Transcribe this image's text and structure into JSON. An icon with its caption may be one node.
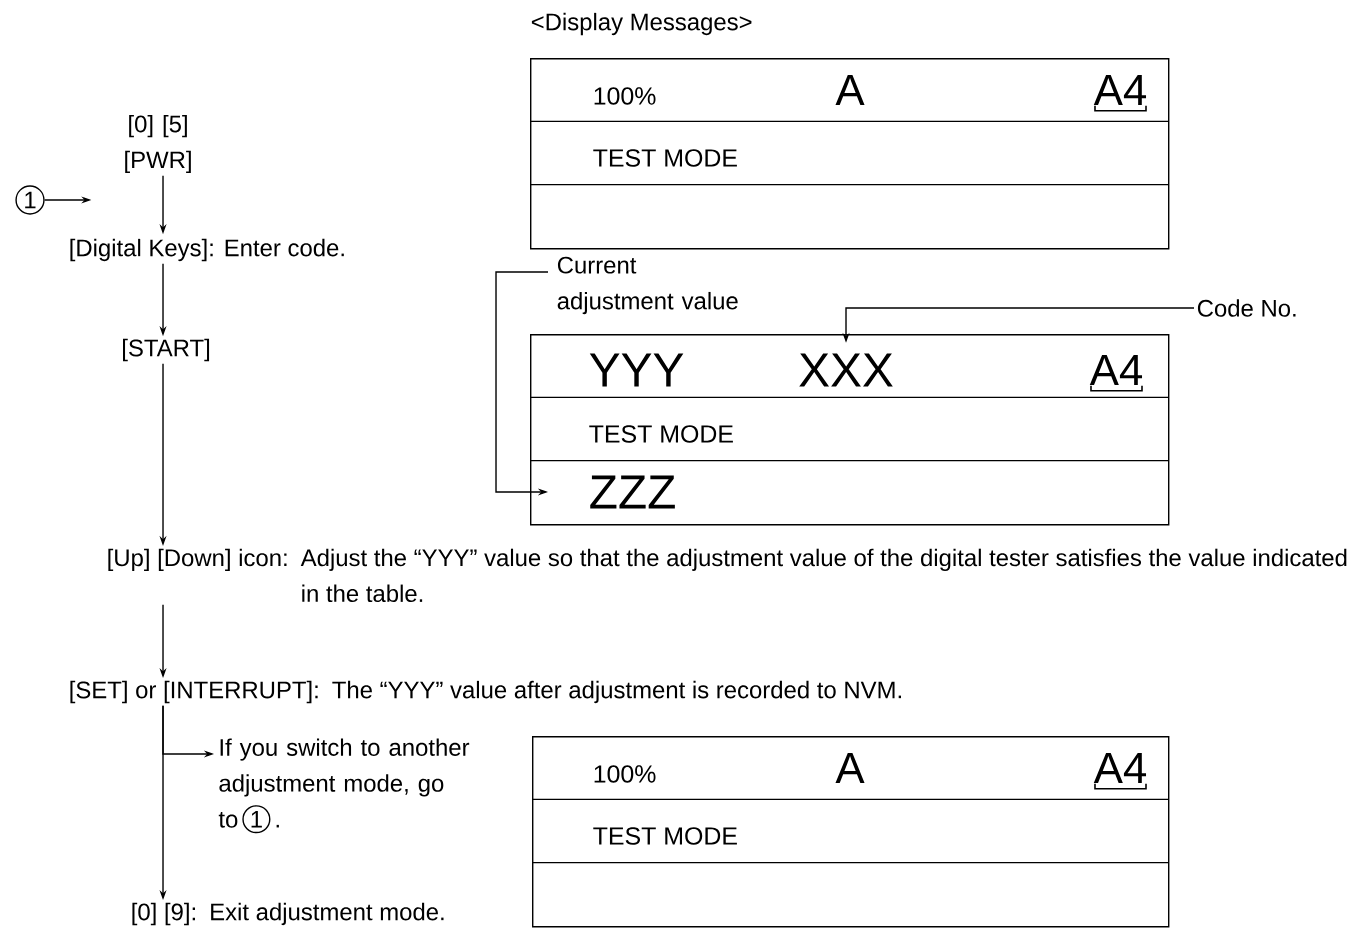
{
  "diagram": {
    "title": "<Display Messages>",
    "nodes": [
      {
        "text": [
          "1"
        ]
      },
      {
        "text": [
          "[0] [5] [PWR]"
        ]
      },
      {
        "text": [
          "[Digital Keys]: Enter code."
        ]
      },
      {
        "text": [
          "[START]"
        ]
      },
      {
        "text": [
          "[Up] [Down] icon:",
          "Adjust the “YYY” value so that the adjustment value of the digital tester satisfies the value indicated in the table."
        ]
      },
      {
        "text": [
          "[SET] or [INTERRUPT]:",
          "The “YYY” value after adjustment is recorded to NVM."
        ]
      },
      {
        "text": [
          "If you switch to another adjustment mode, go to",
          "1",
          "."
        ]
      },
      {
        "text": [
          "[0] [9]:",
          "Exit adjustment mode."
        ]
      },
      {
        "text": [
          "100%",
          "A",
          "A4",
          "TEST MODE"
        ]
      },
      {
        "text": [
          "Current adjustment value"
        ]
      },
      {
        "text": [
          "Code No."
        ]
      },
      {
        "text": [
          "YYY",
          "A4",
          "TEST MODE"
        ]
      },
      {
        "text": [
          "XXX"
        ],
        "in": 11
      },
      {
        "text": [
          "ZZZ"
        ],
        "in": 11
      },
      {
        "text": [
          "100%",
          "A",
          "A4",
          "TEST MODE"
        ]
      }
    ],
    "edges": [
      {
        "from": 0,
        "to": 1,
        "arrow": "to"
      },
      {
        "from": 1,
        "to": 2,
        "arrow": "to"
      },
      {
        "from": 2,
        "to": 3,
        "arrow": "to"
      },
      {
        "from": 3,
        "to": 4,
        "arrow": "to"
      },
      {
        "from": 4,
        "to": 5,
        "arrow": "to"
      },
      {
        "from": 5,
        "to": 6,
        "arrow": "to"
      },
      {
        "from": 5,
        "to": 7,
        "arrow": "to"
      },
      {
        "from": 9,
        "to": 13,
        "arrow": "to"
      },
      {
        "from": 10,
        "to": 12,
        "arrow": "to"
      }
    ]
  }
}
